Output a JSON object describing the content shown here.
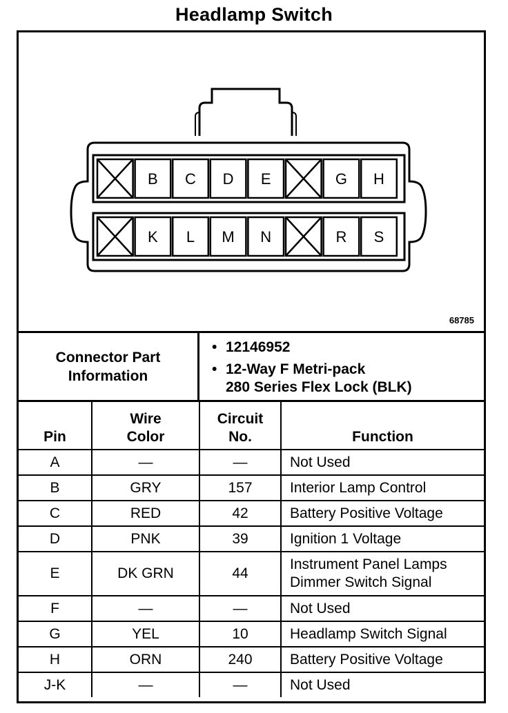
{
  "title": "Headlamp Switch",
  "figure_number": "68785",
  "connector": {
    "row1": [
      {
        "label": "",
        "blocked": true
      },
      {
        "label": "B",
        "blocked": false
      },
      {
        "label": "C",
        "blocked": false
      },
      {
        "label": "D",
        "blocked": false
      },
      {
        "label": "E",
        "blocked": false
      },
      {
        "label": "",
        "blocked": true
      },
      {
        "label": "G",
        "blocked": false
      },
      {
        "label": "H",
        "blocked": false
      }
    ],
    "row2": [
      {
        "label": "",
        "blocked": true
      },
      {
        "label": "K",
        "blocked": false
      },
      {
        "label": "L",
        "blocked": false
      },
      {
        "label": "M",
        "blocked": false
      },
      {
        "label": "N",
        "blocked": false
      },
      {
        "label": "",
        "blocked": true
      },
      {
        "label": "R",
        "blocked": false
      },
      {
        "label": "S",
        "blocked": false
      }
    ]
  },
  "part_info": {
    "label_line1": "Connector Part",
    "label_line2": "Information",
    "bullet": "•",
    "part_number": "12146952",
    "description_line1": "12-Way F Metri-pack",
    "description_line2": "280 Series Flex Lock (BLK)"
  },
  "table": {
    "headers": {
      "pin": "Pin",
      "wire_color_line1": "Wire",
      "wire_color_line2": "Color",
      "circuit_line1": "Circuit",
      "circuit_line2": "No.",
      "function": "Function"
    },
    "rows": [
      {
        "pin": "A",
        "color": "—",
        "circuit": "—",
        "function": "Not Used"
      },
      {
        "pin": "B",
        "color": "GRY",
        "circuit": "157",
        "function": "Interior Lamp Control"
      },
      {
        "pin": "C",
        "color": "RED",
        "circuit": "42",
        "function": "Battery Positive Voltage"
      },
      {
        "pin": "D",
        "color": "PNK",
        "circuit": "39",
        "function": "Ignition 1 Voltage"
      },
      {
        "pin": "E",
        "color": "DK GRN",
        "circuit": "44",
        "function": "Instrument Panel Lamps",
        "function2": "Dimmer Switch Signal"
      },
      {
        "pin": "F",
        "color": "—",
        "circuit": "—",
        "function": "Not Used"
      },
      {
        "pin": "G",
        "color": "YEL",
        "circuit": "10",
        "function": "Headlamp Switch Signal"
      },
      {
        "pin": "H",
        "color": "ORN",
        "circuit": "240",
        "function": "Battery Positive Voltage"
      },
      {
        "pin": "J-K",
        "color": "—",
        "circuit": "—",
        "function": "Not Used"
      }
    ]
  }
}
